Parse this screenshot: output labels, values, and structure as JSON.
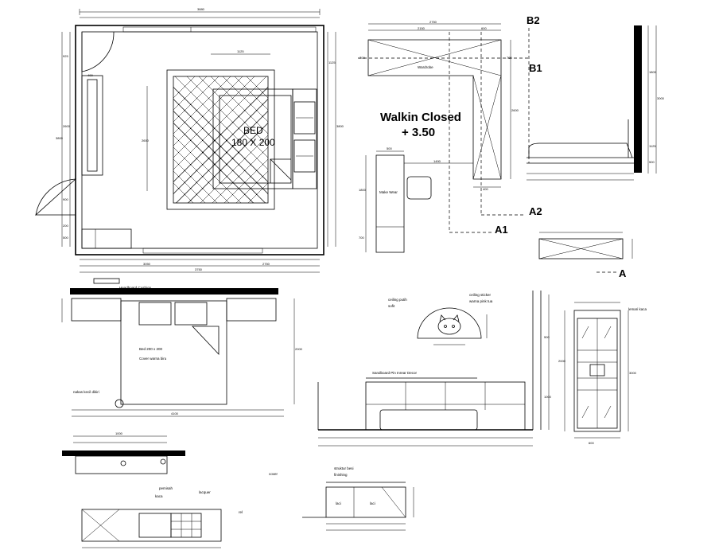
{
  "plan": {
    "bed_label": "BED",
    "bed_size": "180 X 200"
  },
  "walkin": {
    "title": "Walkin Closed",
    "level": "+ 3.50",
    "sections": {
      "b2": "B2",
      "b1": "B1",
      "a2": "A2",
      "a1": "A1",
      "a": "A"
    },
    "wardrobe_label": "Wardrobe",
    "tall_unit_label": "Make Wear"
  },
  "dims_plan": [
    "3880",
    "925",
    "400",
    "2600",
    "3800",
    "1125",
    "2950",
    "900",
    "200",
    "500",
    "3050",
    "2750",
    "3750"
  ],
  "dims_walkin": [
    "2750",
    "2150",
    "600",
    "700",
    "2600",
    "600",
    "1800",
    "700",
    "1490",
    "400",
    "500"
  ],
  "dims_section_right": [
    "1800",
    "3000",
    "1125",
    "500"
  ],
  "dims_misc": [
    "4100",
    "2000",
    "1000",
    "500",
    "2000",
    "3000",
    "1000",
    "600"
  ],
  "elevation": {
    "bed_text_1": "Bed 200 x 200",
    "bed_text_2": "Cover warna biru",
    "top_label": "Headboard Cushion",
    "nightstand_note": "nakas kecil dikiri"
  },
  "sofa": {
    "label": "Sandboard Pin Inrear Decor"
  },
  "kitty": {
    "note_left_1": "ceiling putih",
    "note_left_2": "sofit",
    "note_right_1": "ceiling sticker",
    "note_right_2": "warna pink tua"
  },
  "cabinet": {
    "label": "lemari kaca"
  },
  "detail": {
    "note_top_1": "struktur besi",
    "note_top_2": "finishing",
    "note_left": "cover",
    "note_bottom": "rel",
    "note_right_1": "pemisah",
    "note_right_2": "kaca",
    "note_far_right": "lacquer",
    "drawer_a": "laci",
    "drawer_b": "laci"
  }
}
